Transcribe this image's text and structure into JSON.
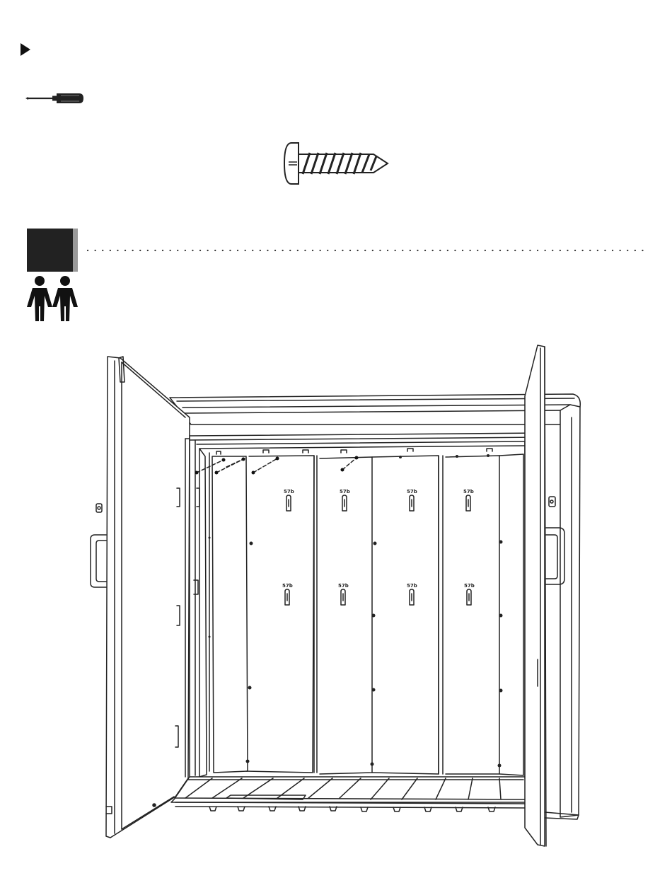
{
  "step": {
    "number": "",
    "people_required": 2
  },
  "icons": {
    "marker": "play-triangle-icon",
    "tool": "screwdriver-icon",
    "part": "screw-icon",
    "people": "two-person-icon"
  },
  "part_labels": [
    "57b",
    "57b",
    "57b",
    "57b",
    "57b",
    "57b",
    "57b",
    "57b"
  ],
  "colors": {
    "ink": "#222222",
    "step_box": "#222222",
    "step_box_edge": "#9a9a9a"
  }
}
